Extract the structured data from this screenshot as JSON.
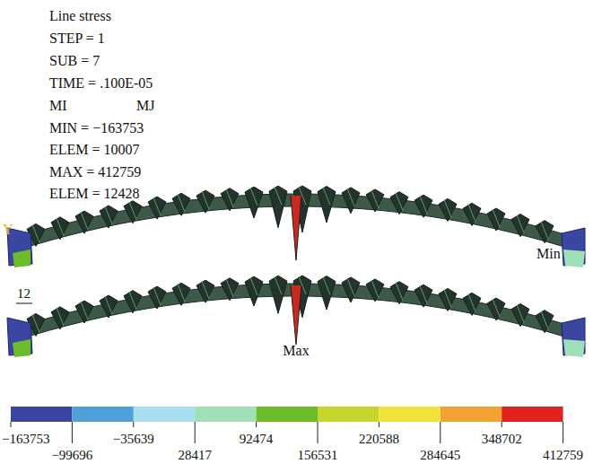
{
  "diagram": {
    "title": "Line stress",
    "labels": [
      "STEP = 1",
      "SUB = 7",
      "TIME = .100E-05",
      "MI",
      "MJ",
      "MIN = −163753",
      "ELEM = 10007",
      "MAX = 412759",
      "ELEM = 12428",
      "Y",
      "12",
      "Min",
      "Max",
      "−163753",
      "−35639",
      "92474",
      "220588",
      "348702",
      "−99696",
      "28417",
      "156531",
      "284645",
      "412759"
    ]
  }
}
